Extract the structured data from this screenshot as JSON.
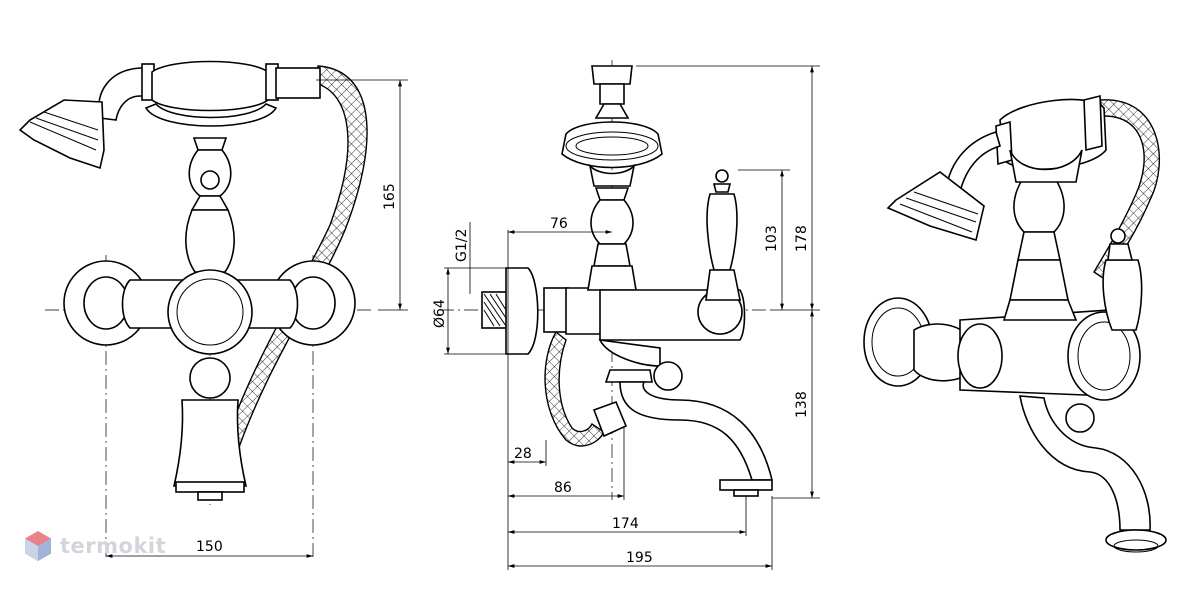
{
  "dimensions": {
    "front_width": "150",
    "front_height": "165",
    "side_pipe": "G1/2",
    "side_flange": "Ø64",
    "side_76": "76",
    "side_28": "28",
    "side_86": "86",
    "side_174": "174",
    "side_195": "195",
    "side_103": "103",
    "side_178": "178",
    "side_138": "138"
  },
  "watermark": {
    "text": "termokit"
  },
  "colors": {
    "line": "#000000",
    "background": "#ffffff",
    "watermark": "#d2d6dc",
    "logo_red": "#e8838b",
    "logo_blue": "#9fb4d6"
  }
}
